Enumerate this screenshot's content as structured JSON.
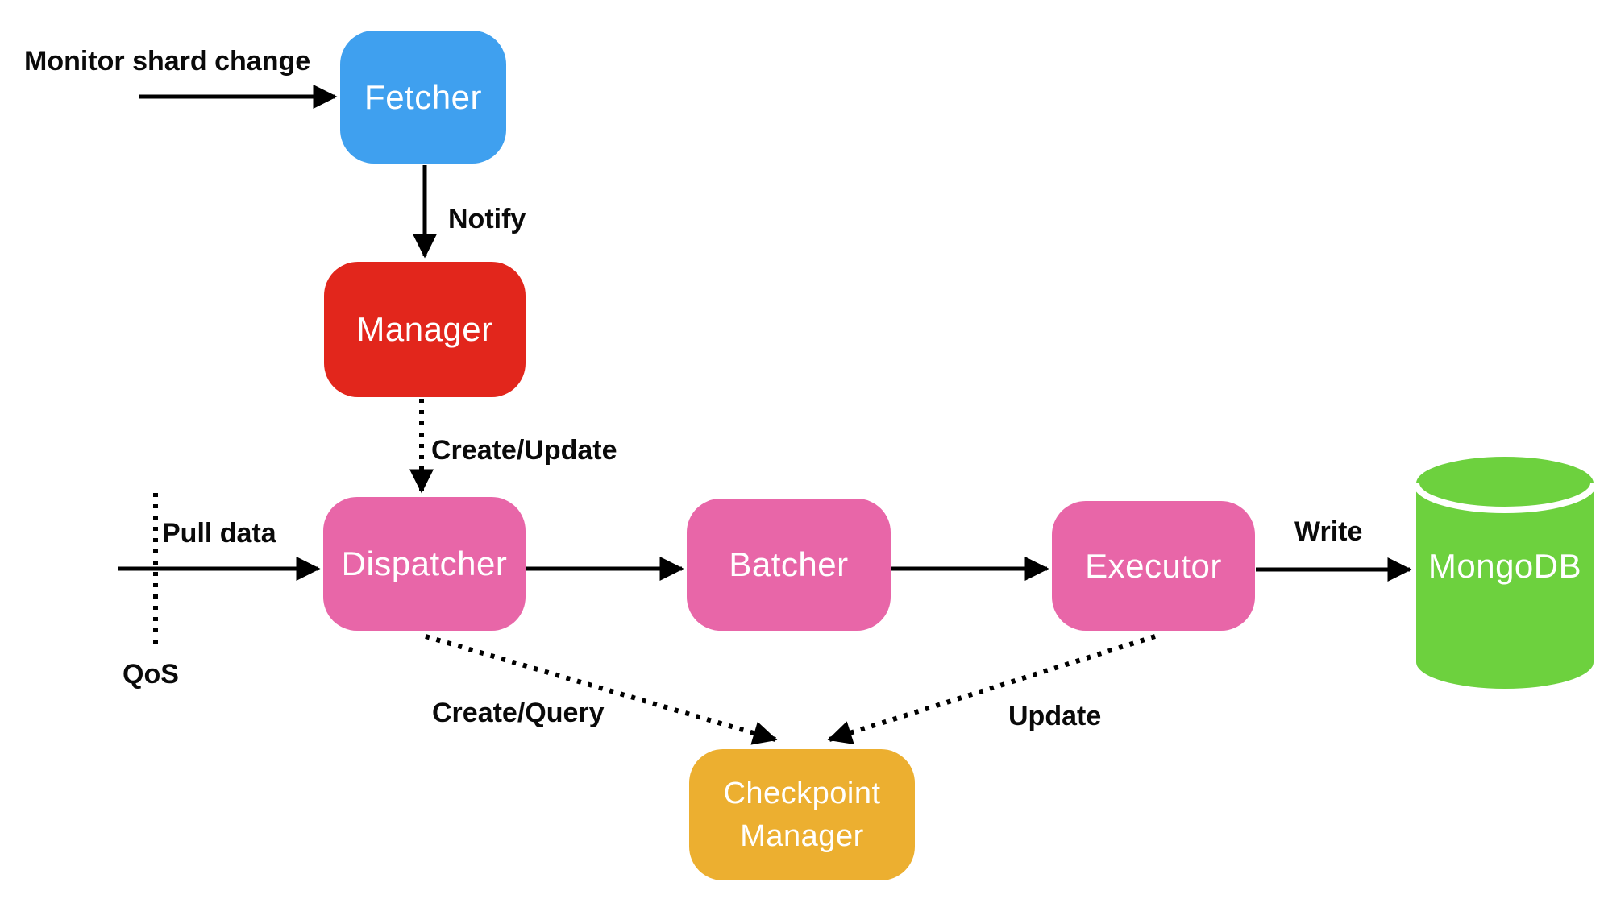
{
  "diagram": {
    "background": "#FFFFFF",
    "edge_color": "#000000",
    "label_color": "#0A0A0A",
    "nodes": {
      "fetcher": {
        "label": "Fetcher",
        "color": "#3FA0EF",
        "shape": "rounded-rect"
      },
      "manager": {
        "label": "Manager",
        "color": "#E2261C",
        "shape": "rounded-rect"
      },
      "dispatcher": {
        "label": "Dispatcher",
        "color": "#E866A8",
        "shape": "rounded-rect"
      },
      "batcher": {
        "label": "Batcher",
        "color": "#E866A8",
        "shape": "rounded-rect"
      },
      "executor": {
        "label": "Executor",
        "color": "#E866A8",
        "shape": "rounded-rect"
      },
      "checkpoint_manager": {
        "label_line1": "Checkpoint",
        "label_line2": "Manager",
        "color": "#ECAF30",
        "shape": "rounded-rect"
      },
      "mongodb": {
        "label": "MongoDB",
        "color": "#6DD13E",
        "shape": "cylinder"
      }
    },
    "edges": {
      "monitor_shard_change": {
        "label": "Monitor shard change",
        "style": "solid",
        "from": "external",
        "to": "fetcher"
      },
      "notify": {
        "label": "Notify",
        "style": "solid",
        "from": "fetcher",
        "to": "manager"
      },
      "create_update": {
        "label": "Create/Update",
        "style": "dotted",
        "from": "manager",
        "to": "dispatcher"
      },
      "pull_data": {
        "label": "Pull data",
        "style": "solid",
        "from": "external",
        "to": "dispatcher"
      },
      "qos_boundary": {
        "label": "QoS",
        "style": "dotted-line"
      },
      "dispatcher_to_batcher": {
        "label": "",
        "style": "solid",
        "from": "dispatcher",
        "to": "batcher"
      },
      "batcher_to_executor": {
        "label": "",
        "style": "solid",
        "from": "batcher",
        "to": "executor"
      },
      "write": {
        "label": "Write",
        "style": "solid",
        "from": "executor",
        "to": "mongodb"
      },
      "create_query": {
        "label": "Create/Query",
        "style": "dotted",
        "from": "dispatcher",
        "to": "checkpoint_manager"
      },
      "update": {
        "label": "Update",
        "style": "dotted",
        "from": "executor",
        "to": "checkpoint_manager"
      }
    }
  }
}
